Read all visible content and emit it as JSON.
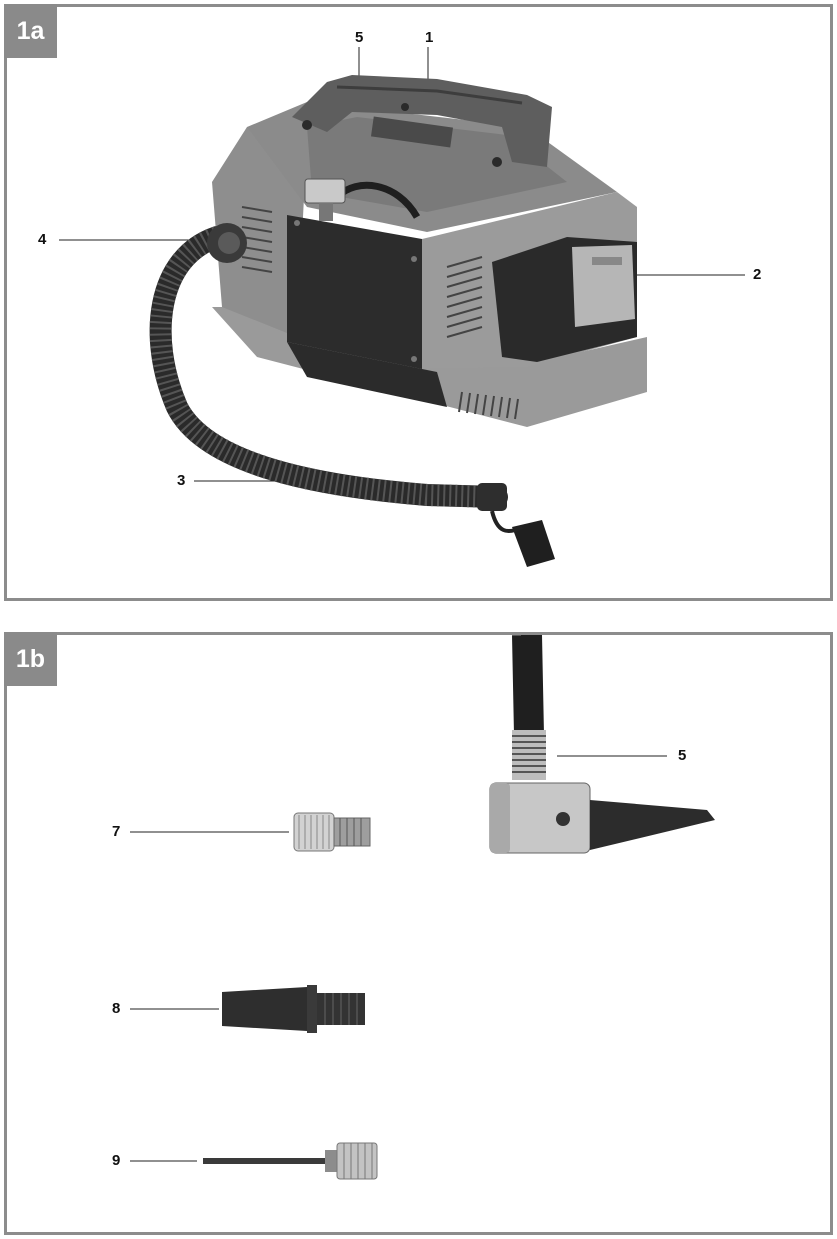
{
  "panels": {
    "a": {
      "label": "1a",
      "callouts": {
        "c1": "1",
        "c2": "2",
        "c3": "3",
        "c4": "4",
        "c5": "5"
      }
    },
    "b": {
      "label": "1b",
      "callouts": {
        "c5": "5",
        "c7": "7",
        "c8": "8",
        "c9": "9"
      }
    }
  }
}
